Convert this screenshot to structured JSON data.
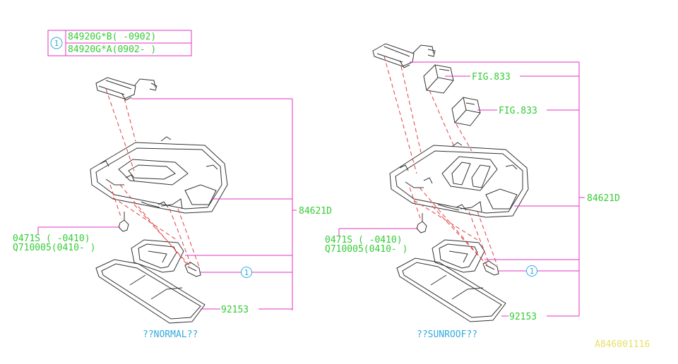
{
  "legend": {
    "marker": "1",
    "rows": [
      "84920G*B(  -0902)",
      "84920G*A(0902-  )"
    ]
  },
  "left": {
    "part_84621d": "84621D",
    "bolt_line1": "0471S  (  -0410)",
    "bolt_line2": "Q710005(0410-  )",
    "marker": "1",
    "part_92153": "92153",
    "caption": "??NORMAL??"
  },
  "right": {
    "fig1": "FIG.833",
    "fig2": "FIG.833",
    "part_84621d": "84621D",
    "bolt_line1": "0471S  (  -0410)",
    "bolt_line2": "Q710005(0410-  )",
    "marker": "1",
    "part_92153": "92153",
    "caption": "??SUNROOF??"
  },
  "footer_code": "A846001116",
  "colors": {
    "leader": "#e033c0",
    "label_green": "#33cc33",
    "label_cyan": "#33aadd",
    "dashed": "#e04040",
    "code_yellow": "#e8e066"
  }
}
